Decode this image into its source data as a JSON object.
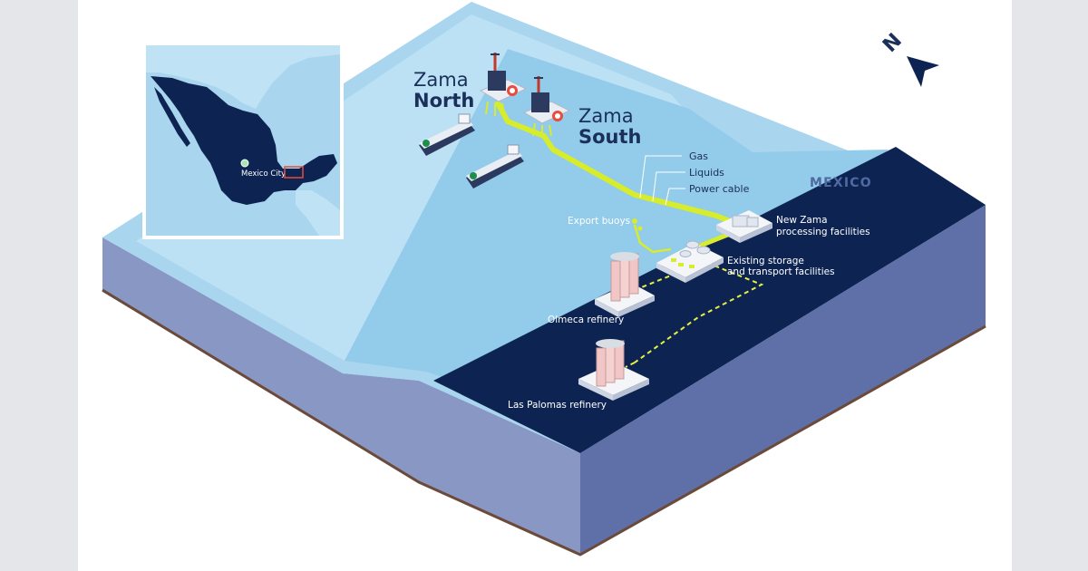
{
  "colors": {
    "page_bg": "#e4e6ea",
    "card_bg": "#ffffff",
    "sea_deep": "#a9d5ee",
    "sea_shallow": "#cfe9f7",
    "sea_mid": "#8fcaea",
    "land": "#0d2453",
    "block_side_left": "#8e9cc8",
    "block_side_right": "#5f70a8",
    "block_bottom_edge": "#6b4a3a",
    "pipeline": "#d7ec2a",
    "pipeline_dashed": "#e8f040",
    "text_dark": "#1a2f5a"
  },
  "fields": {
    "north": {
      "line1": "Zama",
      "line2": "North"
    },
    "south": {
      "line1": "Zama",
      "line2": "South"
    }
  },
  "legend": {
    "gas": "Gas",
    "liquids": "Liquids",
    "power_cable": "Power cable"
  },
  "country_label": "MEXICO",
  "facilities": {
    "export_buoys": "Export buoys",
    "new_zama": {
      "line1": "New Zama",
      "line2": "processing facilities"
    },
    "existing_storage": {
      "line1": "Existing storage",
      "line2": "and transport facilities"
    },
    "olmeca": "Olmeca refinery",
    "las_palomas": "Las Palomas refinery"
  },
  "inset": {
    "city_label": "Mexico City"
  },
  "compass": {
    "letter": "N",
    "icon": "north-arrow-icon"
  }
}
